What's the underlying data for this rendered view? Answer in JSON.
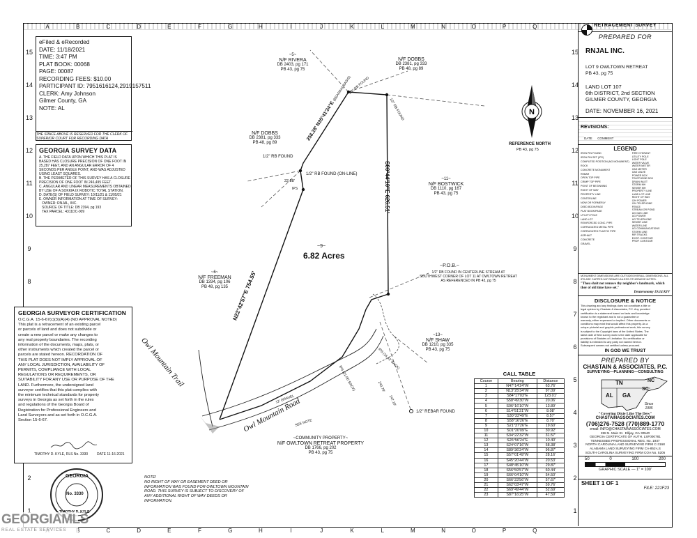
{
  "grid": {
    "columns": [
      "A",
      "B",
      "C",
      "D",
      "E",
      "F",
      "G",
      "H",
      "I",
      "J",
      "K",
      "L",
      "M",
      "N",
      "O",
      "P",
      "Q"
    ],
    "rows": [
      "15",
      "14",
      "13",
      "12",
      "11",
      "10",
      "9",
      "8",
      "7",
      "6",
      "5",
      "4",
      "3",
      "2",
      "1"
    ]
  },
  "filing": {
    "lines": [
      "eFiled & eRecorded",
      "DATE: 11/18/2021",
      "TIME: 3:47 PM",
      "PLAT BOOK: 00068",
      "PAGE: 00087",
      "RECORDING FEES: $10.00",
      "PARTICIPANT ID: 7951616124,2919157511",
      "CLERK: Amy Johnson",
      "Gilmer County, GA",
      "NOTE: AL"
    ],
    "reserved_note": "THE SPACE ABOVE IS RESERVED FOR THE CLERK OF SUPERIOR COURT FOR RECORDING DATA"
  },
  "survey_data": {
    "title": "GEORGIA SURVEY DATA",
    "lines": [
      "A. THE FIELD DATA UPON WHICH THIS PLAT IS",
      "BASED HAS CLOSURE PRECISION OF ONE FOOT IN",
      "25,287 FEET, AND AN ANGULAR ERROR OF 4",
      "SECONDS PER ANGLE POINT, AND WAS ADJUSTED",
      "USING LEAST SQUARES.",
      "B. THE PERIMETER OF THIS SURVEY HAS A CLOSURE",
      "PRECISION OF ONE FOOT IN 246,495 FEET.",
      "C. ANGULAR AND LINEAR MEASUREMENTS OBTAINED",
      "BY USE OF A SOKKIA IX ROBOTIC TOTAL STATION.",
      "D. DATE(S) OF FIELD SURVEY: 10/11/21 & 11/05/21",
      "E. OWNER INFORMATION AT TIME OF SURVEY:",
      "   OWNER: RNJAL, INC.",
      "   SOURCE OF TITLE: DB 2394, pg 193",
      "   TAX PARCEL: 4311DC-009"
    ]
  },
  "certification": {
    "title": "GEORGIA SURVEYOR CERTIFICATION",
    "lines": [
      "O.C.G.A. 15-6-67(c)(3)(A)(4) (NO APPROVAL NOTED)",
      "This plat is a retracement of an existing parcel",
      "or parcels of land and does not subdivide or",
      "create a new parcel or make any changes to",
      "any real property boundaries. The recording",
      "information of the documents, maps, plats, or",
      "other instruments which created the parcel or",
      "parcels are stated hereon. RECORDATION OF",
      "THIS PLAT DOES NOT IMPLY APPROVAL OF",
      "ANY LOCAL JURISDICTION, AVAILABILITY OF",
      "PERMITS, COMPLIANCE WITH LOCAL",
      "REGULATIONS OR REQUIREMENTS, OR",
      "SUITABILITY FOR ANY USE OR PURPOSE OF THE",
      "LAND. Furthermore, the undersigned land",
      "surveyor certifies that this plat complies with",
      "the minimum technical standards for property",
      "surveys in Georgia as set forth in the rules",
      "and regulations of the Georgia Board of",
      "Registration for Professional Engineers and",
      "Land Surveyors and as set forth in O.C.G.A.",
      "Section 15-6-67."
    ],
    "signer": "TIMOTHY D. KYLE, RLS No. 3330",
    "date": "DATE 11-16-2021",
    "seal_text": "GEORGIA",
    "seal_number": "No. 3330",
    "seal_name": "TIMOTHY D. KYLE"
  },
  "title_block": {
    "heading": "RETRACEMENT SURVEY",
    "prepared_for": "PREPARED FOR",
    "client": "RNJAL INC.",
    "lot_lines": [
      "LOT 9 OWLTOWN RETREAT",
      "PB 43, pg 75"
    ],
    "land_lines": [
      "LAND LOT 107",
      "6th DISTRICT, 2nd SECTION",
      "GILMER COUNTY, GEORGIA"
    ],
    "date": "DATE: NOVEMBER 16, 2021",
    "revisions_label": "REVISIONS:",
    "revisions_cols": [
      "DATE",
      "COMMENT"
    ]
  },
  "legend": {
    "title": "LEGEND",
    "left_items": [
      "IRON PIN FOUND",
      "IRON PIN SET (IPS)",
      "COMPUTED POSITION (NO MONUMENT)",
      "ROCK",
      "CONCRETE MONUMENT",
      "REBAR",
      "OPEN TOP PIPE",
      "CRIMP TOP PIPE",
      "POINT OF BEGINNING",
      "RIGHT OF WAY",
      "PROPERTY LINE",
      "CENTERLINE",
      "NOW OR FORMERLY",
      "DEED BOOK/PAGE",
      "PLAT BOOK/PAGE",
      "UTILITY POLE",
      "LAND LOT",
      "REINFORCED CONC. PIPE",
      "CORRUGATED METAL PIPE",
      "CORRUGATED PLASTIC PIPE",
      "ASPHALT",
      "CONCRETE",
      "GRAVEL"
    ],
    "right_items": [
      "FIRE HYDRANT",
      "UTILITY POLE",
      "LIGHT POLE",
      "WATER VALVE",
      "WATER METER",
      "GAS METER",
      "GAS VALVE",
      "POWER BOX",
      "TELEPHONE BOX",
      "DRAIN INLET",
      "STORM MH",
      "SEWER MH",
      "PROPERTY LINE",
      "LAND LOT LINE",
      "RIGHT OF WAY",
      "O/H POWER",
      "O/H TELEPHONE",
      "FENCE",
      "STREAM OR POND",
      "UG GAS LINE",
      "UG POWER",
      "UG TELEPHONE",
      "SEWER LINE",
      "WATER LINE",
      "UG COMMUNICATIONS",
      "STORM LINE",
      "R/R TRACKS",
      "EXIST. CONTOUR",
      "PROP. CONTOUR"
    ],
    "note": "MONUMENT DIMENSIONS ARE OUTSIDE/OVERALL DIMENSIONS. ALL IPS ARE CAPPED 5/8\" REBAR UNLESS OTHERWISE NOTED.",
    "quote": "\"Thou shalt not remove thy neighbor's landmark, which they of old time have set.\"",
    "quote_ref": "Deuteronomy 19:14 KJV"
  },
  "disclosure": {
    "title": "DISCLOSURE & NOTICE",
    "lines": [
      "This drawing and any findings does not constitute a title or",
      "legal opinion by Chastain & Associates, P.C. Any provided",
      "certification is a statement based on facts and knowledge",
      "known to the registrant and is not a guarantee or",
      "warranty, either expressed or implied. Other documents or",
      "conditions may exist that would affect this property. As a",
      "unique pictorial and graphic professional work, this survey",
      "is subject to the Copyright laws of the United States. The",
      "latest date of field survey work is the date applicable for",
      "provisions of Statutes of Limitation. No certification or",
      "liability is extended to any party not named hereon.",
      "Subsequent owners not certified unless procured."
    ],
    "motto": "IN GOD WE TRUST"
  },
  "firm": {
    "prepared_by": "PREPARED BY",
    "name": "CHASTAIN & ASSOCIATES, P.C.",
    "tagline": "SURVEYING—PLANNING—CONSULTING",
    "states": [
      "TN",
      "NC",
      "AL",
      "GA",
      "SC"
    ],
    "since": "Since 1995",
    "slogan": "\"Covering Dixie Like The Dew\"",
    "web": "CHASTAINASSOCIATES.COM",
    "phones": "(706)276-7528 (770)889-1770",
    "email": "email: INFO@CHASTAINASSOCIATES.COM",
    "address_lines": [
      "288 N. Main St.  Ellijay, GA 30540",
      "GEORGIA CERTIFICATE OF AUTH. LSF000781",
      "TENNESSEE PROFESSIONAL REG. No. 1937",
      "NORTH CAROLINA LAND SURVEYING FIRM C-3168",
      "ALABAMA LAND SURVEYING FIRM CA-852-LS",
      "SOUTH CAROLINA SURVEYING FIRM COA No. 5205"
    ]
  },
  "scale": {
    "ticks": [
      "50",
      "0",
      "100",
      "200"
    ],
    "label": "GRAPHIC SCALE — 1\" = 100'"
  },
  "sheet": {
    "label": "SHEET 1 OF 1",
    "file": "FILE: 221F23"
  },
  "call_table": {
    "title": "CALL TABLE",
    "headers": [
      "Course",
      "Bearing",
      "Distance"
    ],
    "rows": [
      [
        "1",
        "N47°14'24\"W",
        "63.76'"
      ],
      [
        "2",
        "N13°25'34\"W",
        "97.09'"
      ],
      [
        "3",
        "S84°17'03\"E",
        "123.01'"
      ],
      [
        "4",
        "S58°49'30\"W",
        "20.06'"
      ],
      [
        "5",
        "S06°16'10\"W",
        "13.89'"
      ],
      [
        "6",
        "S14°51'21\"W",
        "8.08'"
      ],
      [
        "7",
        "S30°33'49\"E",
        "8.57'"
      ],
      [
        "8",
        "S58°16'26\"E",
        "8.70'"
      ],
      [
        "9",
        "S21°37'26\"E",
        "19.60'"
      ],
      [
        "10",
        "S01°20'09\"E",
        "30.92'"
      ],
      [
        "11",
        "S34°22'32\"W",
        "31.57'"
      ],
      [
        "12",
        "S26°56'24\"E",
        "10.40'"
      ],
      [
        "13",
        "S24°07'16\"W",
        "58.38'"
      ],
      [
        "14",
        "S89°36'24\"W",
        "96.87'"
      ],
      [
        "15",
        "S57°01'49\"W",
        "28.16'"
      ],
      [
        "16",
        "S45°20'44\"W",
        "20.53'"
      ],
      [
        "17",
        "S48°45'10\"W",
        "29.87'"
      ],
      [
        "18",
        "S56°59'57\"W",
        "60.44'"
      ],
      [
        "19",
        "S66°04'10\"W",
        "54.50'"
      ],
      [
        "20",
        "S66°23'56\"W",
        "57.67'"
      ],
      [
        "21",
        "S62°03'47\"W",
        "59.76'"
      ],
      [
        "22",
        "S69°49'44\"W",
        "52.69'"
      ],
      [
        "23",
        "S87°16'25\"W",
        "47.59'"
      ]
    ]
  },
  "map": {
    "north_label": "REFERENCE NORTH",
    "north_ref": "PB 43, pg 75",
    "area_lot": "~9~",
    "area": "6.82 Acres",
    "owners": [
      {
        "id": "rivera",
        "tag": "~5~",
        "name": "N/F RIVERA",
        "line1": "DB 2403, pg 171",
        "line2": "PB 43, pg 75"
      },
      {
        "id": "dobbs-ne",
        "tag": "",
        "name": "N/F DOBBS",
        "line1": "DB 2381, pg 333",
        "line2": "PB 48, pg 89"
      },
      {
        "id": "dobbs-w",
        "tag": "",
        "name": "N/F DOBBS",
        "line1": "DB 2381, pg 333",
        "line2": "PB 48, pg 89"
      },
      {
        "id": "bostwick",
        "tag": "~11~",
        "name": "N/F BOSTWICK",
        "line1": "DB 1110, pg 167",
        "line2": "PB 43, pg 75"
      },
      {
        "id": "freeman",
        "tag": "~6~",
        "name": "N/F FREEMAN",
        "line1": "DB 1334, pg 106",
        "line2": "PB 48, pg 135"
      },
      {
        "id": "shaw",
        "tag": "~13~",
        "name": "N/F SHAW",
        "line1": "DB 1210, pg 335",
        "line2": "PB 43, pg 75"
      },
      {
        "id": "community",
        "tag": "~COMMUNITY PROPERTY~",
        "name": "N/F OWLTOWN RETREAT PROPERTY",
        "line1": "DB 1766, pg 202",
        "line2": "PB 43, pg 75"
      }
    ],
    "bearings": {
      "ne_line": "N35°41'24\"E",
      "ne_dist": "256.28'",
      "ne_note": "(BEARING BASIS)",
      "east_line": "S00°44'10\"E",
      "east_dist": "626.51'",
      "west_line": "N22°42'57\"E",
      "west_dist": "754.55'",
      "short_dist": "22.88'"
    },
    "notes": {
      "rb_found_top": "1/2\" RB FOUND",
      "rb_found_ne": "1/2\" RB FOUND",
      "rb_found_w": "1/2\" RB FOUND",
      "rb_online": "1/2\" RB FOUND (ON-LINE)",
      "ips": "IPS",
      "pob": "~P.O.B.~",
      "pob_desc": [
        "1/2\" RB FOUND IN CENTERLINE STREAM AT",
        "SOUTHWEST CORNER OF LOT 11 AT OWLTOWN RETREAT",
        "AS REFERENCED IN PB 43, pg 75"
      ],
      "ips_back": "IPS (16.62' BACK)",
      "ips_back2": "IPS (21.06' BACK)",
      "rebar_found": "1/2\" REBAR FOUND",
      "dist_240": "240.78'",
      "dist_247": "247.18'",
      "gravel": "12' GRAVEL",
      "see_note": "SEE NOTE",
      "trail_label": "Owl Mountain Trail",
      "road_label": "Owl Mountain Road",
      "row_note": [
        "NOTE!",
        "NO RIGHT OF WAY OR EASEMENT DEED OR",
        "INFORMATION WAS FOUND FOR OWLTOWN MOUNTAIN",
        "ROAD. THIS SURVEY IS SUBJECT TO DISCOVERY OF",
        "ANY ADDITIONAL RIGHT OF WAY DEEDS OR",
        "INFORMATION."
      ]
    }
  },
  "watermark": {
    "brand": "GEORGIAMLS",
    "sub": "REAL ESTATE SERVICES"
  }
}
